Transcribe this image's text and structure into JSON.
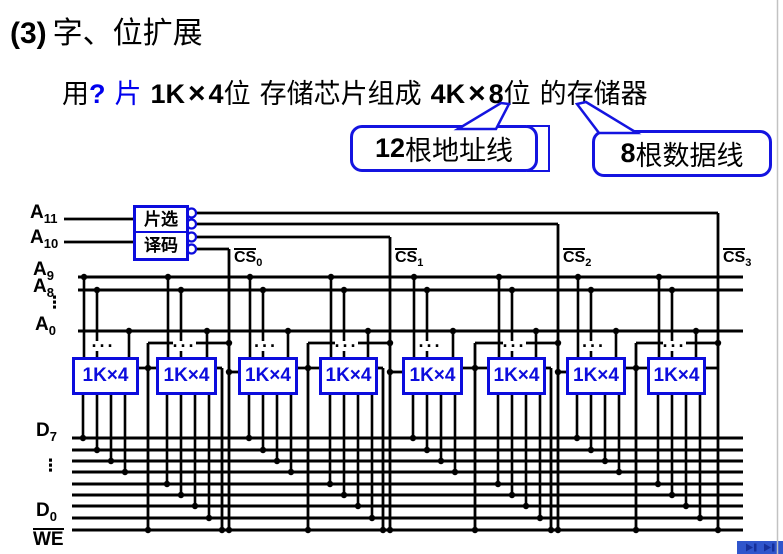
{
  "slide": {
    "title_prefix": "(3)",
    "title_text": "字、位扩展",
    "subtitle": {
      "use": "用",
      "question": "?",
      "pian": "片",
      "cap1": "1K",
      "times1": "×",
      "num4": "4",
      "wei1": "位",
      "middle": "存储芯片组成",
      "cap4k": "4K",
      "times2": "×",
      "num8": "8",
      "wei2": "位",
      "tail": "的存储器"
    },
    "callout_address": {
      "num": "12",
      "label": "根地址线"
    },
    "callout_data": {
      "num": "8",
      "label": "根数据线"
    }
  },
  "diagram": {
    "decoder": {
      "line1": "片选",
      "line2": "译码"
    },
    "chip_label": "1K×4",
    "chip_count": 8,
    "address_labels": [
      {
        "base": "A",
        "sub": "11"
      },
      {
        "base": "A",
        "sub": "10"
      },
      {
        "base": "A",
        "sub": "9"
      },
      {
        "base": "A",
        "sub": "8"
      },
      {
        "base": "A",
        "sub": "0"
      }
    ],
    "cs_labels": [
      {
        "base": "CS",
        "sub": "0"
      },
      {
        "base": "CS",
        "sub": "1"
      },
      {
        "base": "CS",
        "sub": "2"
      },
      {
        "base": "CS",
        "sub": "3"
      }
    ],
    "data_labels": [
      {
        "base": "D",
        "sub": "7"
      },
      {
        "base": "D",
        "sub": "0"
      }
    ],
    "we_label": "WE",
    "vdots": "⋮",
    "ellipsis": "···"
  },
  "colors": {
    "diagram_blue": "#0c0cdd",
    "callout_blue": "#1414e0",
    "text_blue": "#0000ee",
    "wire_black": "#000000",
    "nav_button_blue": "#2f55cc",
    "nav_glyph_blue": "#16309b"
  }
}
